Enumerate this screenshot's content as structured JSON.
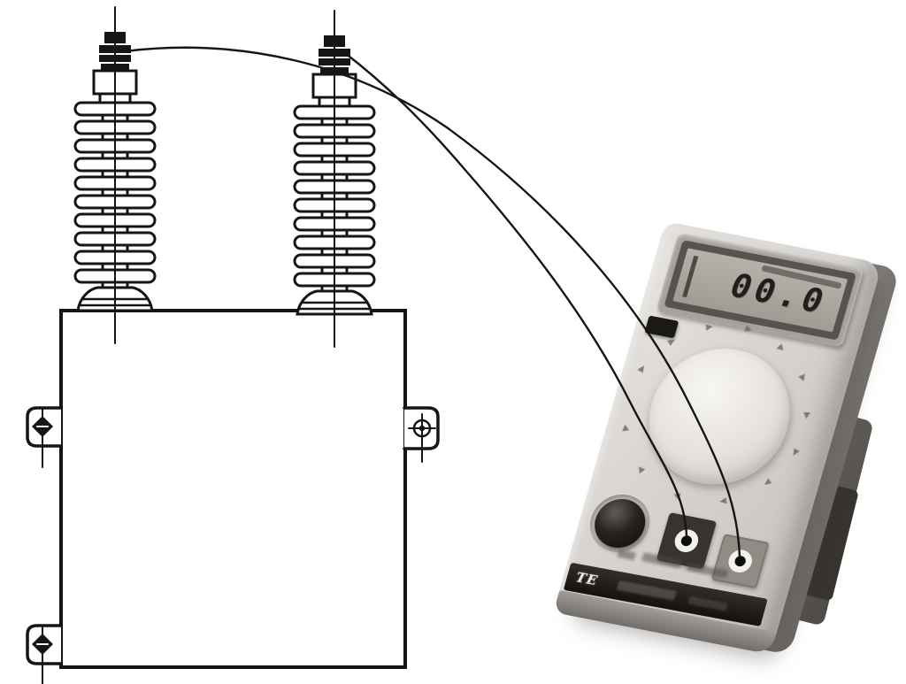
{
  "background": "#ffffff",
  "capacitor": {
    "line_color": "#151515",
    "bushings": 2,
    "sheds_per_bushing": 10,
    "mounting_brackets": 3
  },
  "multimeter": {
    "display_value": "00.0",
    "logo_text": "TE",
    "colors": {
      "body": "#d8d5d0",
      "display_bezel": "#575350",
      "lcd": "#aca89f",
      "digits": "#211f1c",
      "dial": "#efede9",
      "tick_marks": "#6f6b65",
      "label_band": "#1d1916",
      "jack_plate_dark": "#37332f",
      "jack_plate_light": "#8f8b85",
      "case_side": "#7d7974"
    }
  }
}
